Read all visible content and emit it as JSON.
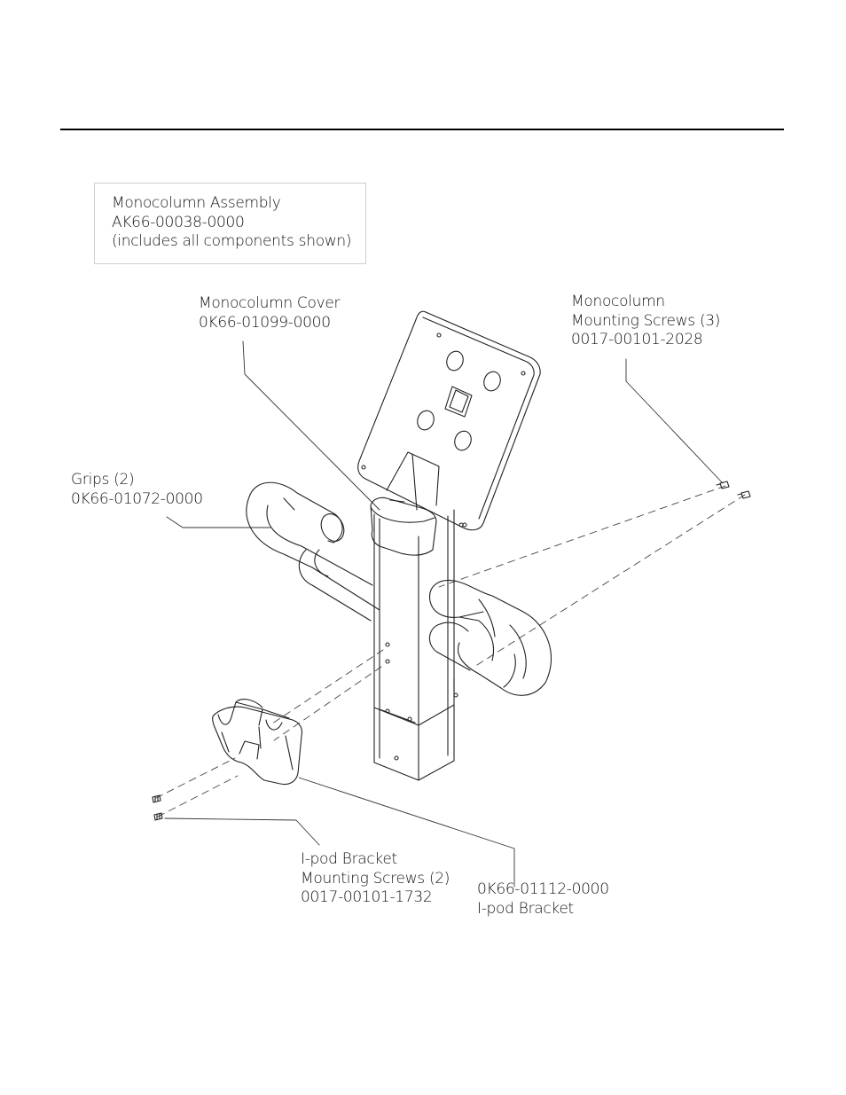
{
  "assembly": {
    "name": "Monocolumn Assembly",
    "part_number": "AK66-00038-0000",
    "note": "(includes all components shown)"
  },
  "callouts": {
    "cover": {
      "line1": "Monocolumn Cover",
      "line2": "0K66-01099-0000"
    },
    "mounting_screws": {
      "line1": "Monocolumn",
      "line2": "Mounting Screws (3)",
      "line3": "0017-00101-2028"
    },
    "grips": {
      "line1": "Grips (2)",
      "line2": "0K66-01072-0000"
    },
    "ipod_screws": {
      "line1": "I-pod Bracket",
      "line2": "Mounting Screws (2)",
      "line3": "0017-00101-1732"
    },
    "ipod_bracket": {
      "line1": "0K66-01112-0000",
      "line2": "I-pod  Bracket"
    }
  }
}
